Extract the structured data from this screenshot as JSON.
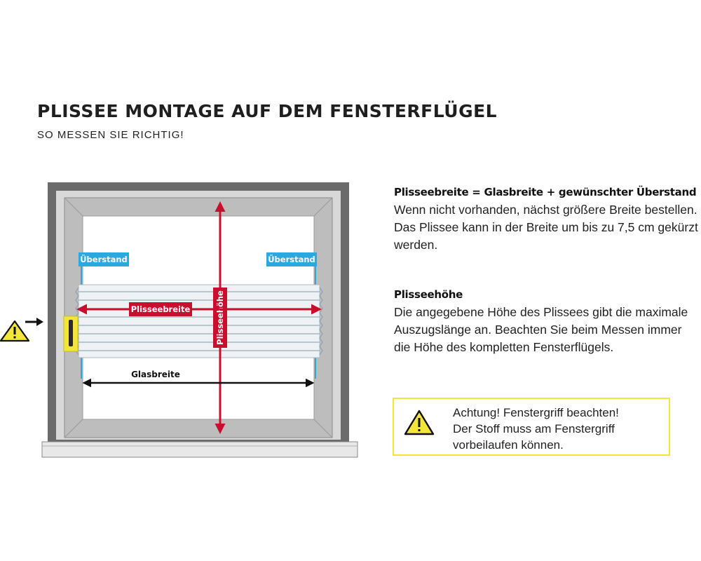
{
  "header": {
    "title": "PLISSEE MONTAGE AUF DEM FENSTERFLÜGEL",
    "subtitle": "SO MESSEN SIE RICHTIG!"
  },
  "diagram": {
    "labels": {
      "overhang_left": "Überstand",
      "overhang_right": "Überstand",
      "pleat_width": "Plisseebreite",
      "pleat_height": "Plisseehöhe",
      "glass_width": "Glasbreite"
    },
    "colors": {
      "frame": "#6b6b6b",
      "sash": "#bdbdbd",
      "glass": "#ffffff",
      "blue": "#2aa8e0",
      "red": "#c8102e",
      "yellow": "#f3e63a",
      "pleat": "#a9b8c2"
    }
  },
  "info": {
    "width": {
      "heading": "Plisseebreite = Glasbreite + gewünschter Überstand",
      "line1": "Wenn nicht vorhanden, nächst größere Breite bestellen.",
      "line2": "Das Plissee kann in der Breite um bis zu 7,5 cm gekürzt werden."
    },
    "height": {
      "heading": "Plisseehöhe",
      "text": "Die angegebene Höhe des Plissees gibt die maximale Auszugslänge an. Beachten Sie beim Messen immer die Höhe des kompletten Fensterflügels."
    }
  },
  "warning": {
    "icon": "warning-triangle-icon",
    "line1": "Achtung! Fenstergriff beachten!",
    "line2": "Der Stoff muss am Fenstergriff",
    "line3": "vorbeilaufen können."
  }
}
